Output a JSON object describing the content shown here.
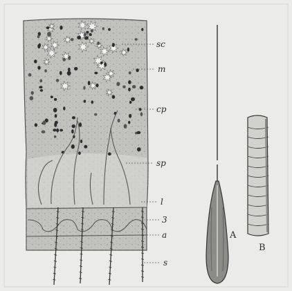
{
  "figure": {
    "labels": {
      "sc": "sc",
      "m": "m",
      "cp": "cp",
      "sp": "sp",
      "l": "l",
      "three": "3",
      "a": "a",
      "s": "s",
      "A": "A",
      "B": "B"
    }
  }
}
